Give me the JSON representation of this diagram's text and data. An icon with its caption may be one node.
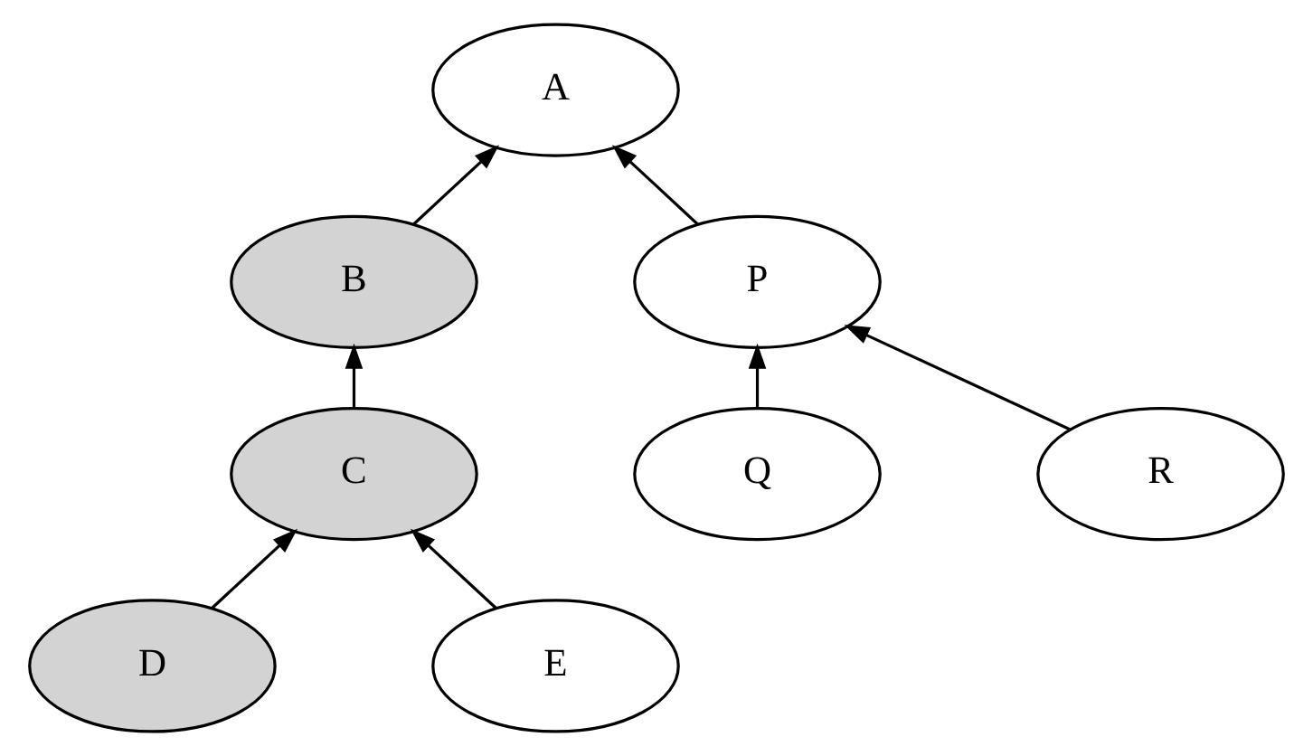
{
  "diagram": {
    "nodes": [
      {
        "text": [
          "A"
        ]
      },
      {
        "text": [
          "B"
        ]
      },
      {
        "text": [
          "P"
        ]
      },
      {
        "text": [
          "C"
        ]
      },
      {
        "text": [
          "Q"
        ]
      },
      {
        "text": [
          "R"
        ]
      },
      {
        "text": [
          "D"
        ]
      },
      {
        "text": [
          "E"
        ]
      }
    ],
    "edges": [
      {
        "from": 1,
        "to": 0,
        "arrow": "to"
      },
      {
        "from": 2,
        "to": 0,
        "arrow": "to"
      },
      {
        "from": 3,
        "to": 1,
        "arrow": "to"
      },
      {
        "from": 4,
        "to": 2,
        "arrow": "to"
      },
      {
        "from": 5,
        "to": 2,
        "arrow": "to"
      },
      {
        "from": 6,
        "to": 3,
        "arrow": "to"
      },
      {
        "from": 7,
        "to": 3,
        "arrow": "to"
      }
    ]
  }
}
